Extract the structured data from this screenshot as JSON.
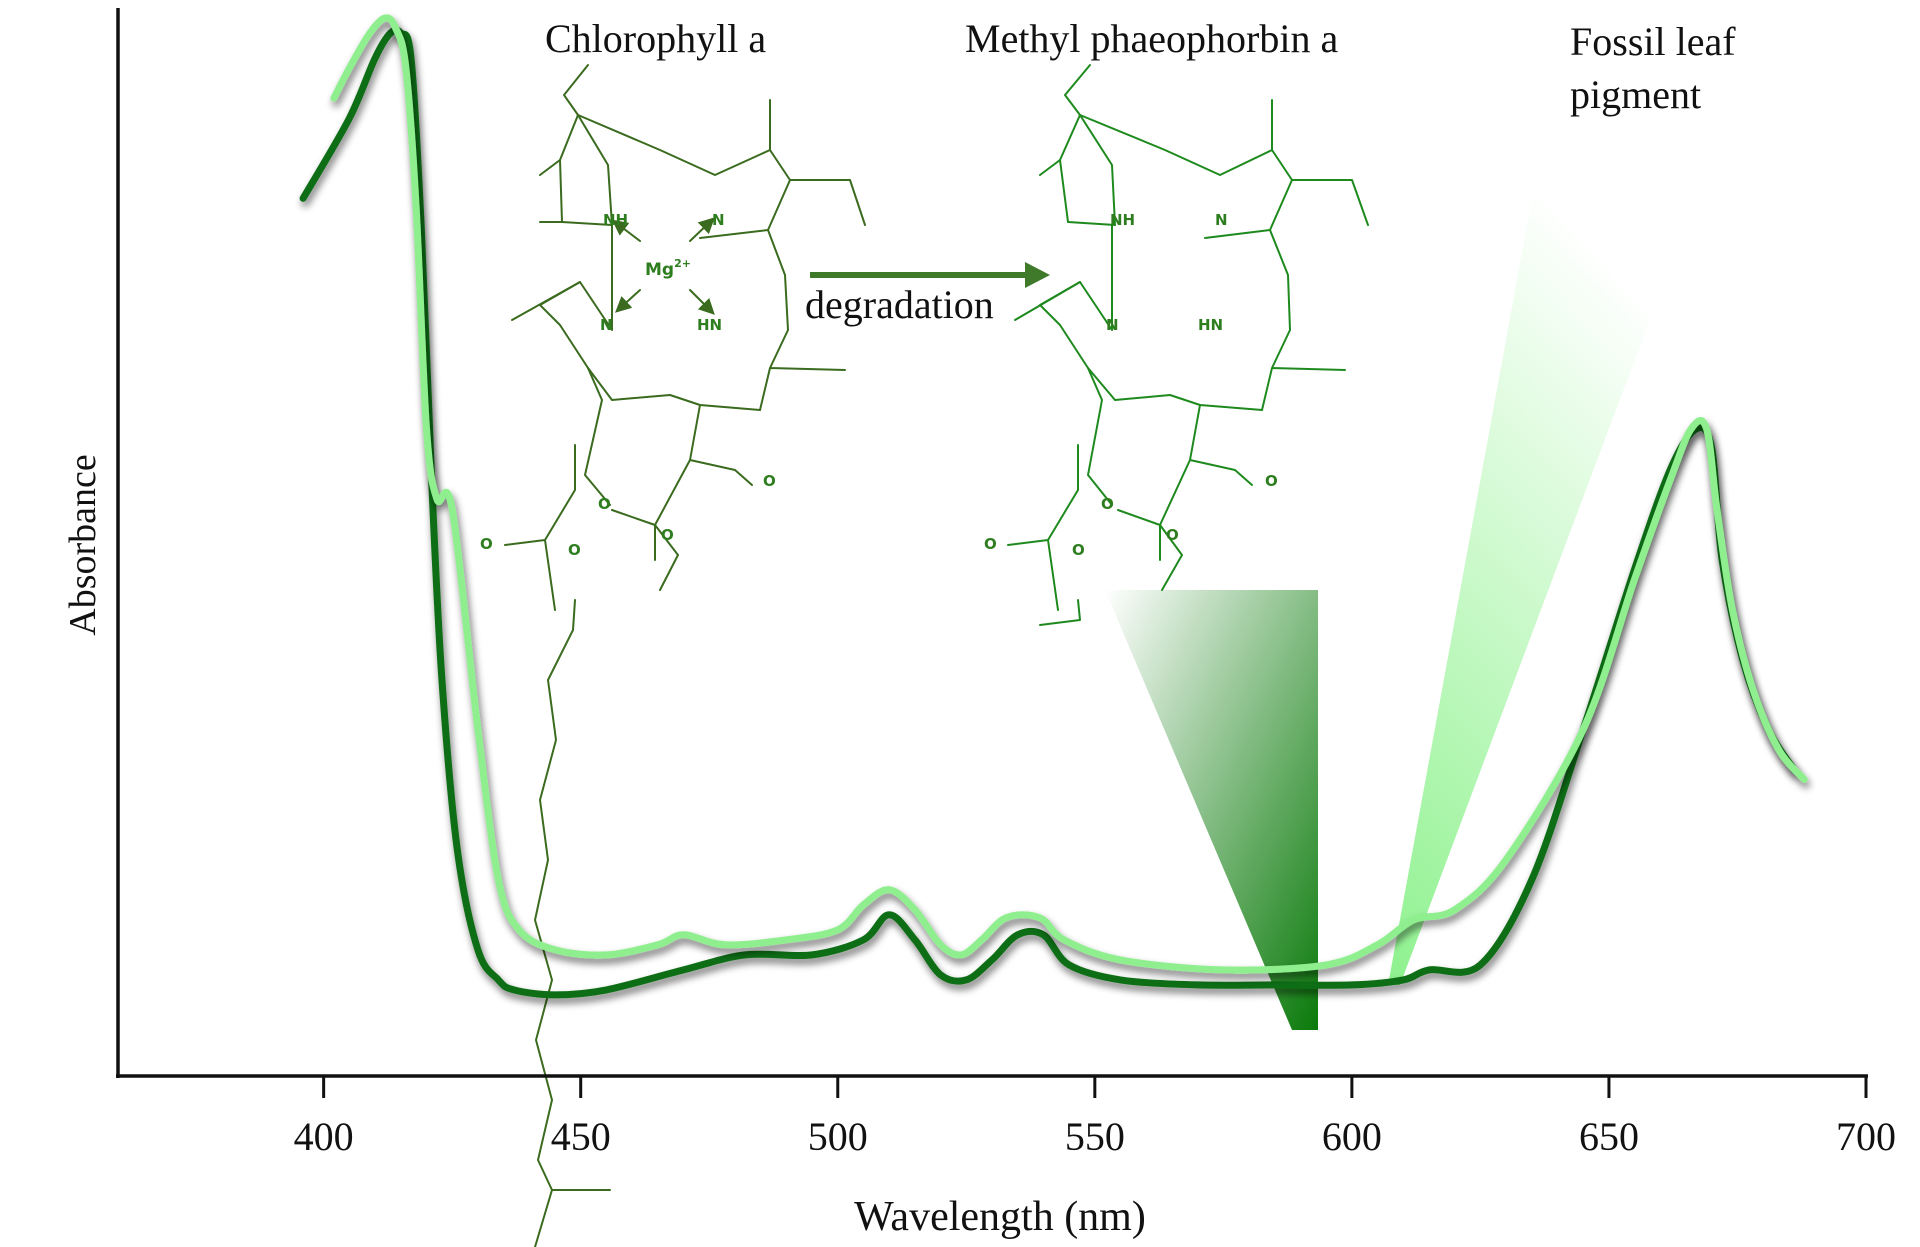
{
  "chart_data": {
    "type": "line",
    "xlabel": "Wavelength (nm)",
    "ylabel": "Absorbance",
    "xlim": [
      360,
      700
    ],
    "ylim": [
      0,
      1
    ],
    "x_ticks": [
      400,
      450,
      500,
      550,
      600,
      650,
      700
    ],
    "grid": false,
    "annotations": {
      "chlorophyll": "Chlorophyll a",
      "phaeophorbin": "Methyl phaeophorbin a",
      "degradation": "degradation",
      "fossil_line1": "Fossil leaf",
      "fossil_line2": "pigment",
      "atoms": {
        "nh": "NH",
        "n": "N",
        "hn": "HN",
        "mg": "Mg",
        "mg_charge": "2+",
        "o": "O"
      }
    },
    "series": [
      {
        "color": "#0f6e14",
        "x": [
          396,
          405,
          410,
          413,
          415,
          417,
          419,
          421,
          423,
          426,
          430,
          434,
          437,
          445,
          455,
          470,
          482,
          495,
          505,
          510,
          515,
          520,
          525,
          530,
          535,
          540,
          545,
          555,
          570,
          585,
          600,
          610,
          615,
          625,
          635,
          645,
          655,
          662,
          667,
          670,
          672,
          676,
          681,
          686
        ],
        "y": [
          0.83,
          0.91,
          0.97,
          0.995,
          0.995,
          0.97,
          0.8,
          0.55,
          0.35,
          0.18,
          0.08,
          0.05,
          0.04,
          0.035,
          0.04,
          0.06,
          0.075,
          0.075,
          0.09,
          0.115,
          0.09,
          0.055,
          0.05,
          0.07,
          0.095,
          0.095,
          0.065,
          0.05,
          0.045,
          0.045,
          0.045,
          0.05,
          0.06,
          0.065,
          0.15,
          0.3,
          0.46,
          0.56,
          0.6,
          0.58,
          0.47,
          0.37,
          0.3,
          0.26
        ]
      },
      {
        "color": "#8fef8f",
        "x": [
          402,
          405,
          409,
          412,
          414,
          416,
          418,
          420,
          422,
          425,
          430,
          434,
          438,
          445,
          455,
          465,
          470,
          478,
          490,
          500,
          505,
          510,
          515,
          520,
          524,
          528,
          532,
          536,
          540,
          544,
          555,
          575,
          595,
          605,
          612,
          620,
          630,
          645,
          655,
          662,
          666,
          669,
          671,
          674,
          678,
          683,
          688
        ],
        "y": [
          0.93,
          0.96,
          0.995,
          1.01,
          1.0,
          0.96,
          0.82,
          0.6,
          0.53,
          0.52,
          0.3,
          0.15,
          0.1,
          0.08,
          0.075,
          0.085,
          0.095,
          0.085,
          0.09,
          0.1,
          0.125,
          0.14,
          0.12,
          0.085,
          0.075,
          0.09,
          0.11,
          0.115,
          0.11,
          0.09,
          0.07,
          0.06,
          0.065,
          0.085,
          0.11,
          0.12,
          0.17,
          0.3,
          0.45,
          0.55,
          0.6,
          0.6,
          0.52,
          0.42,
          0.34,
          0.28,
          0.25
        ]
      }
    ]
  }
}
